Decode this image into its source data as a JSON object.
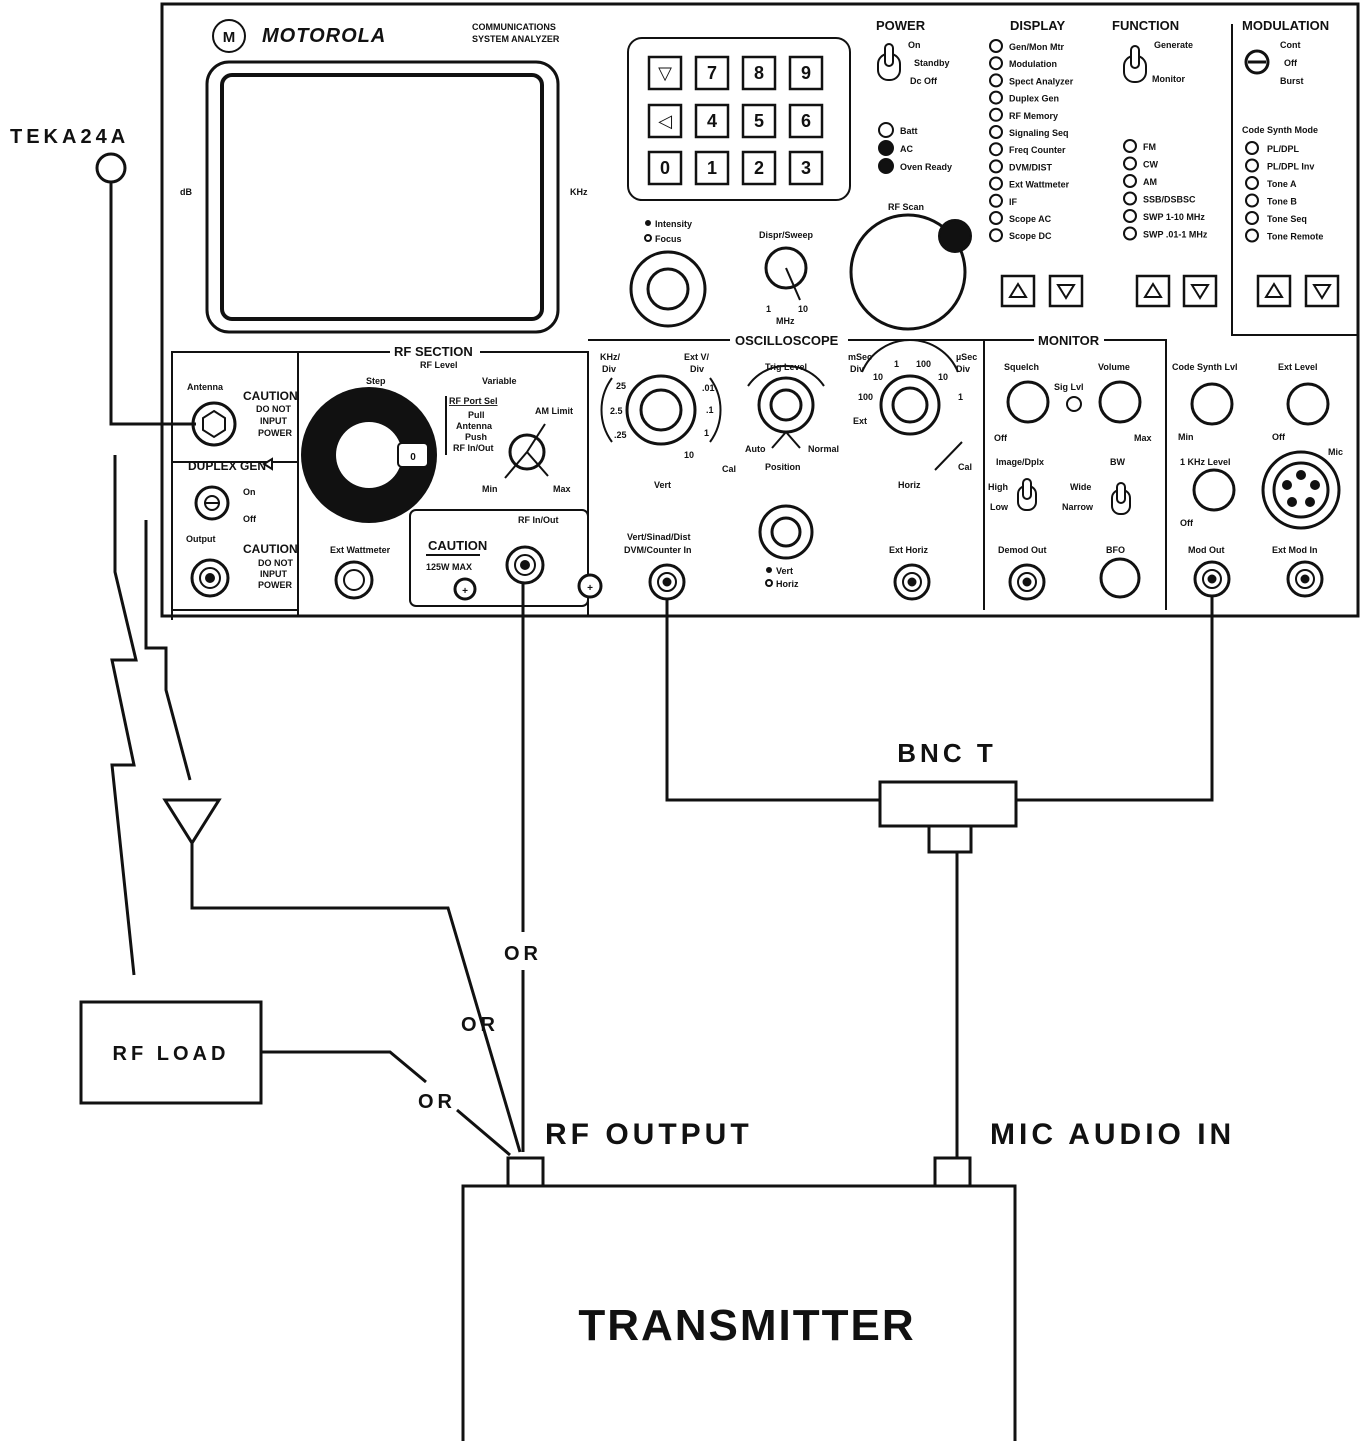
{
  "panel": {
    "brand": "MOTOROLA",
    "subtitle_1": "COMMUNICATIONS",
    "subtitle_2": "SYSTEM ANALYZER",
    "crt_left": "dB",
    "crt_right": "KHz",
    "keypad": [
      "▽",
      "7",
      "8",
      "9",
      "◁",
      "4",
      "5",
      "6",
      "0",
      "1",
      "2",
      "3"
    ],
    "power": {
      "title": "POWER",
      "on": "On",
      "standby": "Standby",
      "dcoff": "Dc Off",
      "batt": "Batt",
      "ac": "AC",
      "oven": "Oven Ready"
    },
    "display": {
      "title": "DISPLAY",
      "items": [
        "Gen/Mon Mtr",
        "Modulation",
        "Spect Analyzer",
        "Duplex Gen",
        "RF Memory",
        "Signaling Seq",
        "Freq Counter",
        "DVM/DIST",
        "Ext Wattmeter",
        "IF",
        "Scope AC",
        "Scope DC"
      ]
    },
    "function": {
      "title": "FUNCTION",
      "generate": "Generate",
      "monitor": "Monitor",
      "items": [
        "FM",
        "CW",
        "AM",
        "SSB/DSBSC",
        "SWP 1-10 MHz",
        "SWP .01-1 MHz"
      ]
    },
    "modulation": {
      "title": "MODULATION",
      "cont": "Cont",
      "off": "Off",
      "burst": "Burst",
      "code_title": "Code Synth Mode",
      "items": [
        "PL/DPL",
        "PL/DPL Inv",
        "Tone A",
        "Tone B",
        "Tone Seq",
        "Tone Remote"
      ]
    },
    "intensity": "Intensity",
    "focus": "Focus",
    "dispr": "Dispr/Sweep",
    "dispr_1": "1",
    "dispr_10": "10",
    "dispr_mhz": "MHz",
    "rfscan": "RF Scan",
    "rf_section": {
      "title": "RF SECTION",
      "rflevel": "RF Level",
      "step": "Step",
      "variable": "Variable",
      "portsel": "RF Port Sel",
      "pull": "Pull",
      "antenna_lbl": "Antenna",
      "push": "Push",
      "rfinout": "RF In/Out",
      "amlimit": "AM Limit",
      "min": "Min",
      "max": "Max",
      "extwatt": "Ext Wattmeter",
      "caution": "CAUTION",
      "w125": "125W MAX",
      "rfinout_conn": "RF In/Out",
      "knob_zero": "0"
    },
    "antenna_block": {
      "antenna": "Antenna",
      "caution": "CAUTION",
      "donot1": "DO NOT",
      "donot2": "INPUT",
      "donot3": "POWER"
    },
    "duplex": {
      "title": "DUPLEX GEN",
      "on": "On",
      "off": "Off",
      "output": "Output",
      "caution": "CAUTION",
      "donot1": "DO NOT",
      "donot2": "INPUT",
      "donot3": "POWER"
    },
    "scope": {
      "title": "OSCILLOSCOPE",
      "khzdiv1": "KHz/",
      "khzdiv2": "Div",
      "extv1": "Ext V/",
      "extv2": "Div",
      "trig": "Trig Level",
      "msec1": "mSec",
      "msec2": "Div",
      "usec1": "µSec",
      "usec2": "Div",
      "v25": "25",
      "v2_5": "2.5",
      "v_25": ".25",
      "v_01": ".01",
      "v_1": ".1",
      "v1": "1",
      "v10": "10",
      "h10": "10",
      "h1": "1",
      "h100": "100",
      "h100b": "100",
      "h10b": "10",
      "h1b": "1",
      "ext": "Ext",
      "cal": "Cal",
      "cal2": "Cal",
      "auto": "Auto",
      "normal": "Normal",
      "position": "Position",
      "vert": "Vert",
      "horiz": "Horiz",
      "vertin1": "Vert/Sinad/Dist",
      "vertin2": "DVM/Counter In",
      "sel_vert": "Vert",
      "sel_horiz": "Horiz",
      "exthoriz": "Ext Horiz"
    },
    "monitor": {
      "title": "MONITOR",
      "squelch": "Squelch",
      "siglvl": "Sig Lvl",
      "volume": "Volume",
      "off": "Off",
      "max": "Max",
      "image": "Image/Dplx",
      "bw": "BW",
      "high": "High",
      "low": "Low",
      "wide": "Wide",
      "narrow": "Narrow",
      "demod": "Demod Out",
      "bfo": "BFO"
    },
    "right": {
      "codelvl": "Code Synth Lvl",
      "extlevel": "Ext Level",
      "min": "Min",
      "off": "Off",
      "mic": "Mic",
      "khz1": "1 KHz Level",
      "off2": "Off",
      "modout": "Mod Out",
      "extmod": "Ext Mod In"
    }
  },
  "diagram": {
    "teka": "TEKA24A",
    "rf_load": "RF LOAD",
    "bnc_t": "BNC T",
    "or1": "OR",
    "or2": "OR",
    "or3": "OR",
    "rf_output": "RF OUTPUT",
    "mic_audio_in": "MIC AUDIO IN",
    "transmitter": "TRANSMITTER"
  }
}
